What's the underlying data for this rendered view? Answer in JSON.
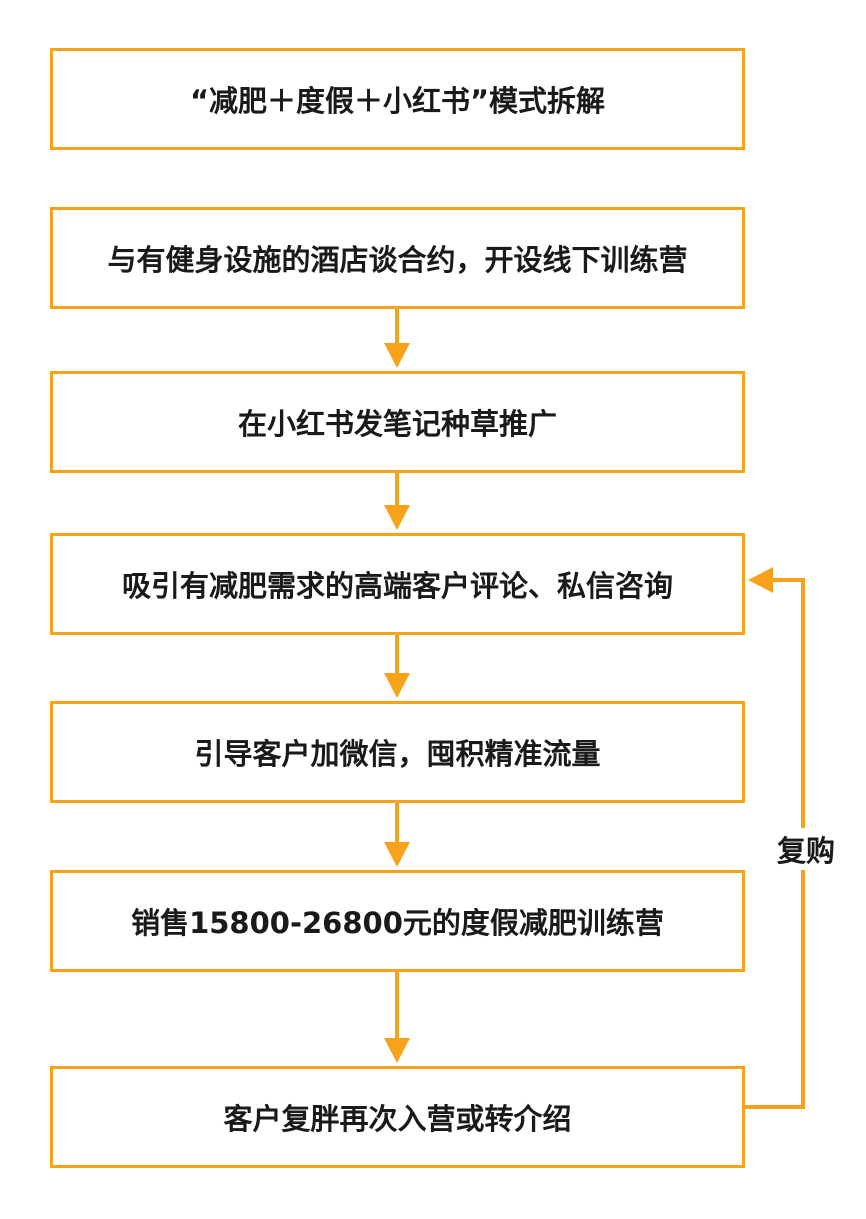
{
  "title": "“减肥＋度假＋小红书”模式拆解",
  "steps": [
    "与有健身设施的酒店谈合约，开设线下训练营",
    "在小红书发笔记种草推广",
    "吸引有减肥需求的高端客户评论、私信咨询",
    "引导客户加微信，囤积精准流量",
    "销售15800-26800元的度假减肥训练营",
    "客户复胖再次入营或转介绍"
  ],
  "loop_label": "复购",
  "colors": {
    "accent": "#F7A21B",
    "text": "#1a1a1a"
  }
}
